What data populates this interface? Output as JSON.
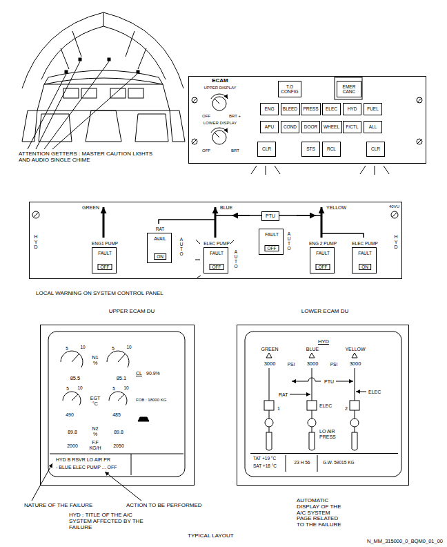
{
  "diagram": {
    "caption": "TYPICAL LAYOUT",
    "nodes": [
      {
        "text": [
          "ECAM",
          "UPPER DISPLAY",
          "OFF",
          "BRT +",
          "LOWER DISPLAY",
          "OFF",
          "BRT"
        ]
      },
      {
        "text": [
          "T.O CONFIG"
        ],
        "in": 0
      },
      {
        "text": [
          "EMER CANC"
        ],
        "in": 0
      },
      {
        "text": [
          "ENG"
        ],
        "in": 0
      },
      {
        "text": [
          "BLEED"
        ],
        "in": 0
      },
      {
        "text": [
          "PRESS"
        ],
        "in": 0
      },
      {
        "text": [
          "ELEC"
        ],
        "in": 0
      },
      {
        "text": [
          "HYD"
        ],
        "in": 0
      },
      {
        "text": [
          "FUEL"
        ],
        "in": 0
      },
      {
        "text": [
          "APU"
        ],
        "in": 0
      },
      {
        "text": [
          "COND"
        ],
        "in": 0
      },
      {
        "text": [
          "DOOR"
        ],
        "in": 0
      },
      {
        "text": [
          "WHEEL"
        ],
        "in": 0
      },
      {
        "text": [
          "F/CTL"
        ],
        "in": 0
      },
      {
        "text": [
          "ALL"
        ],
        "in": 0
      },
      {
        "text": [
          "CLR"
        ],
        "in": 0
      },
      {
        "text": [
          "STS"
        ],
        "in": 0
      },
      {
        "text": [
          "RCL"
        ],
        "in": 0
      },
      {
        "text": [
          "CLR"
        ],
        "in": 0
      },
      {
        "text": [
          "GREEN",
          "BLUE",
          "YELLOW",
          "40VU",
          "HYD",
          "HYD",
          "AUTO",
          "AUTO",
          "AUTO"
        ]
      },
      {
        "text": [
          "PTU"
        ],
        "in": 19
      },
      {
        "text": [
          "ENG1 PUMP",
          "FAULT",
          "OFF"
        ],
        "in": 19
      },
      {
        "text": [
          "RAT",
          "AVAIL",
          "ON"
        ],
        "in": 19
      },
      {
        "text": [
          "ELEC PUMP",
          "FAULT",
          "OFF"
        ],
        "in": 19
      },
      {
        "text": [
          "FAULT",
          "OFF"
        ],
        "in": 19
      },
      {
        "text": [
          "ENG 2 PUMP",
          "FAULT",
          "OFF"
        ],
        "in": 19
      },
      {
        "text": [
          "ELEC PUMP",
          "FAULT",
          "ON"
        ],
        "in": 19
      },
      {
        "text": [
          "UPPER ECAM DU",
          "5",
          "10",
          "5",
          "10",
          "N1 %",
          "85.5",
          "85.1",
          "CL",
          "90.9%",
          "5",
          "10",
          "5",
          "10",
          "490",
          "EGT °C",
          "485",
          "FOB : 18000 KG",
          "89.8",
          "N2 %",
          "89.8",
          "2000",
          "F.F KG/H",
          "2050",
          "HYD B RSVR LO AIR PR",
          "- BLUE ELEC PUMP ... OFF"
        ]
      },
      {
        "text": [
          "LOWER ECAM DU",
          "HYD",
          "GREEN",
          "BLUE",
          "YELLOW",
          "3000",
          "PSI",
          "3000",
          "PSI",
          "3000",
          "PTU",
          "RAT",
          "ELEC",
          "ELEC",
          "1",
          "2",
          "LO AIR PRESS"
        ]
      },
      {
        "text": [
          "TAT +19 °C",
          "SAT +18 °C",
          "23 H 56",
          "G.W. 59015 KG"
        ],
        "in": 28
      }
    ],
    "labels": [
      "ATTENTION GETTERS : MASTER CAUTION LIGHTS AND AUDIO SINGLE CHIME",
      "LOCAL WARNING ON SYSTEM CONTROL PANEL",
      "NATURE OF THE FAILURE",
      "ACTION TO BE PERFORMED",
      "HYD : TITLE OF THE A/C SYSTEM AFFECTED BY THE FAILURE",
      "AUTOMATIC DISPLAY OF THE A/C SYSTEM PAGE RELATED TO THE FAILURE",
      "N_MM_315000_0_BQM0_01_00"
    ]
  }
}
